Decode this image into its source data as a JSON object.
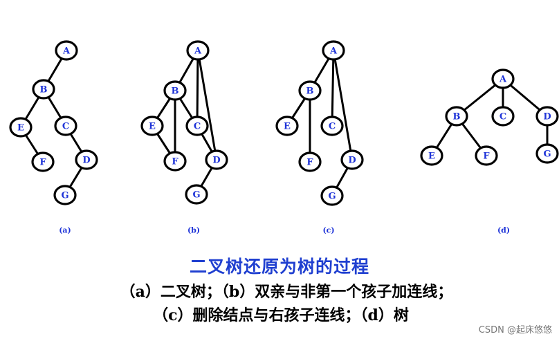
{
  "panels": [
    {
      "label": "(a)",
      "nodes": [
        "A",
        "B",
        "E",
        "C",
        "F",
        "D",
        "G"
      ],
      "edges": [
        [
          "A",
          "B"
        ],
        [
          "B",
          "E"
        ],
        [
          "B",
          "C"
        ],
        [
          "E",
          "F"
        ],
        [
          "C",
          "D"
        ],
        [
          "D",
          "G"
        ]
      ]
    },
    {
      "label": "(b)",
      "nodes": [
        "A",
        "B",
        "E",
        "C",
        "F",
        "D",
        "G"
      ],
      "edges": [
        [
          "A",
          "B"
        ],
        [
          "B",
          "E"
        ],
        [
          "B",
          "C"
        ],
        [
          "B",
          "F"
        ],
        [
          "E",
          "F"
        ],
        [
          "A",
          "C"
        ],
        [
          "A",
          "D"
        ],
        [
          "C",
          "D"
        ],
        [
          "D",
          "G"
        ]
      ]
    },
    {
      "label": "(c)",
      "nodes": [
        "A",
        "B",
        "E",
        "C",
        "F",
        "D",
        "G"
      ],
      "edges": [
        [
          "A",
          "B"
        ],
        [
          "B",
          "E"
        ],
        [
          "B",
          "F"
        ],
        [
          "A",
          "C"
        ],
        [
          "A",
          "D"
        ],
        [
          "D",
          "G"
        ]
      ]
    },
    {
      "label": "(d)",
      "nodes": [
        "A",
        "B",
        "C",
        "D",
        "E",
        "F",
        "G"
      ],
      "edges": [
        [
          "A",
          "B"
        ],
        [
          "A",
          "C"
        ],
        [
          "A",
          "D"
        ],
        [
          "B",
          "E"
        ],
        [
          "B",
          "F"
        ],
        [
          "D",
          "G"
        ]
      ]
    }
  ],
  "caption": {
    "title": "二叉树还原为树的过程",
    "line1": "（a）二叉树；（b）双亲与非第一个孩子加连线；",
    "line2": "（c）删除结点与右孩子连线；（d）树"
  },
  "watermark": "CSDN @起床悠悠",
  "colors": {
    "text_blue": "#1f34d8",
    "stroke": "#000000"
  }
}
